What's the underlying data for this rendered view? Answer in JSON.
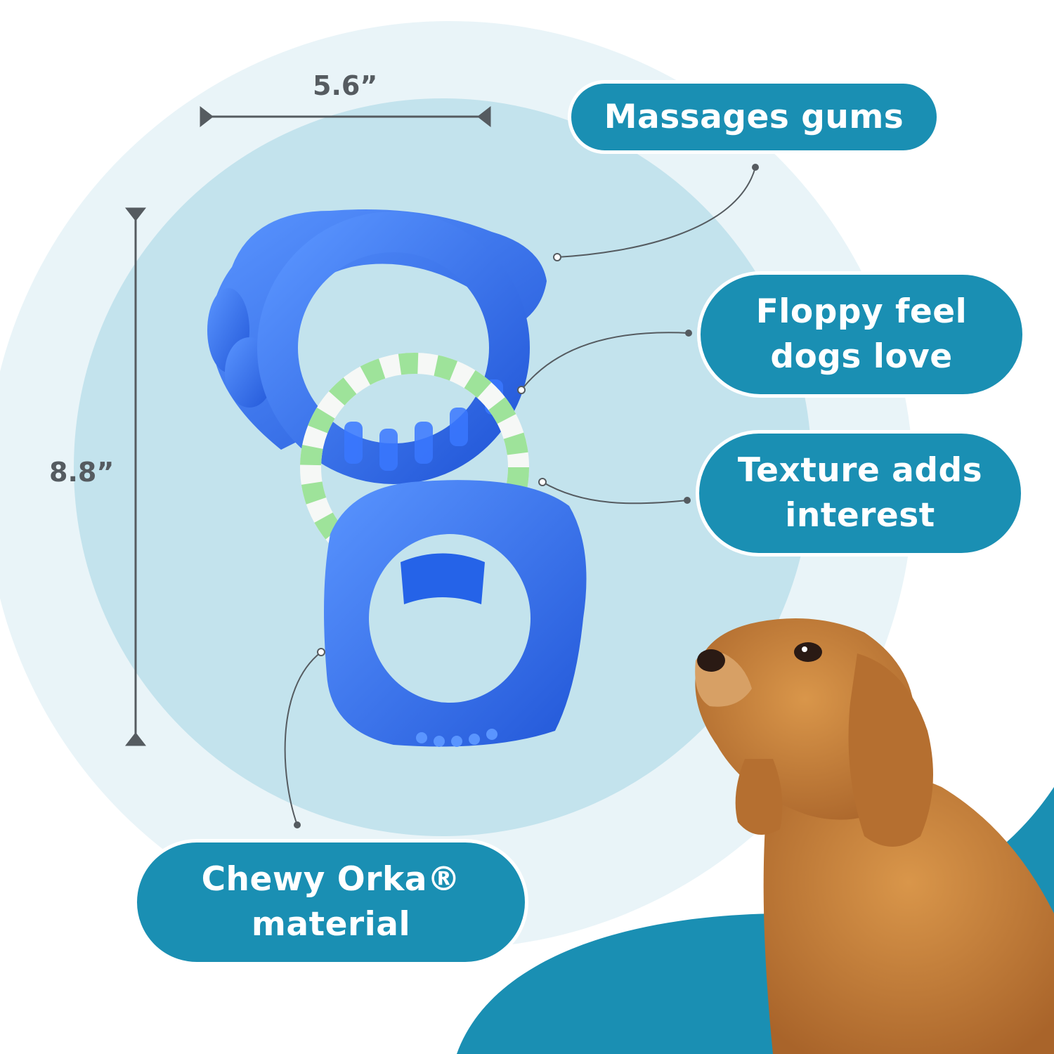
{
  "colors": {
    "outer_circle": "#e9f4f8",
    "inner_circle": "#c3e3ed",
    "pill_fill": "#1a8fb3",
    "pill_text": "#ffffff",
    "dimension_text": "#555b60",
    "toy_blue": "#2f6ff0",
    "rope_green": "#9ee39a",
    "rope_white": "#f6f8f6",
    "puppy_fur": "#c8823a",
    "bottom_wave": "#1a8fb3"
  },
  "dimensions": {
    "width_label": "5.6”",
    "height_label": "8.8”"
  },
  "features": {
    "massages": {
      "line1": "Massages gums",
      "line2": ""
    },
    "floppy": {
      "line1": "Floppy feel",
      "line2": "dogs love"
    },
    "texture": {
      "line1": "Texture adds",
      "line2": "interest"
    },
    "material": {
      "line1": "Chewy Orka®",
      "line2": "material"
    }
  },
  "images": {
    "toy": "blue-ring-chew-toy-with-rope",
    "dog": "golden-puppy-looking-up"
  }
}
